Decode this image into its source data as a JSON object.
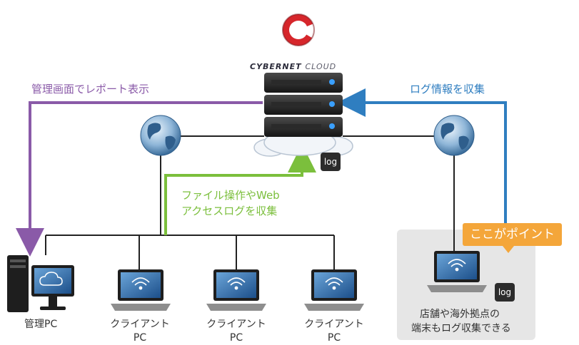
{
  "brand": {
    "name_bold": "CYBERNET",
    "name_light": "CLOUD"
  },
  "labels": {
    "admin_flow": "管理画面でレポート表示",
    "collect_flow": "ログ情報を収集",
    "web_flow_line1": "ファイル操作やWeb",
    "web_flow_line2": "アクセスログを収集",
    "point_callout": "ここがポイント",
    "point_caption_line1": "店舗や海外拠点の",
    "point_caption_line2": "端末もログ収集できる",
    "log_badge": "log"
  },
  "devices": {
    "admin_pc": "管理PC",
    "clients": [
      {
        "line1": "クライアント",
        "line2": "PC"
      },
      {
        "line1": "クライアント",
        "line2": "PC"
      },
      {
        "line1": "クライアント",
        "line2": "PC"
      }
    ]
  },
  "colors": {
    "purple": "#8a5aa8",
    "blue": "#2f7ec0",
    "green": "#7bbf3c",
    "orange": "#f4a63a",
    "logo_red": "#d6262b"
  },
  "icons": [
    "cybernet-logo-icon",
    "server-stack-icon",
    "cloud-icon",
    "globe-icon",
    "laptop-icon",
    "desktop-pc-icon",
    "wifi-icon"
  ]
}
